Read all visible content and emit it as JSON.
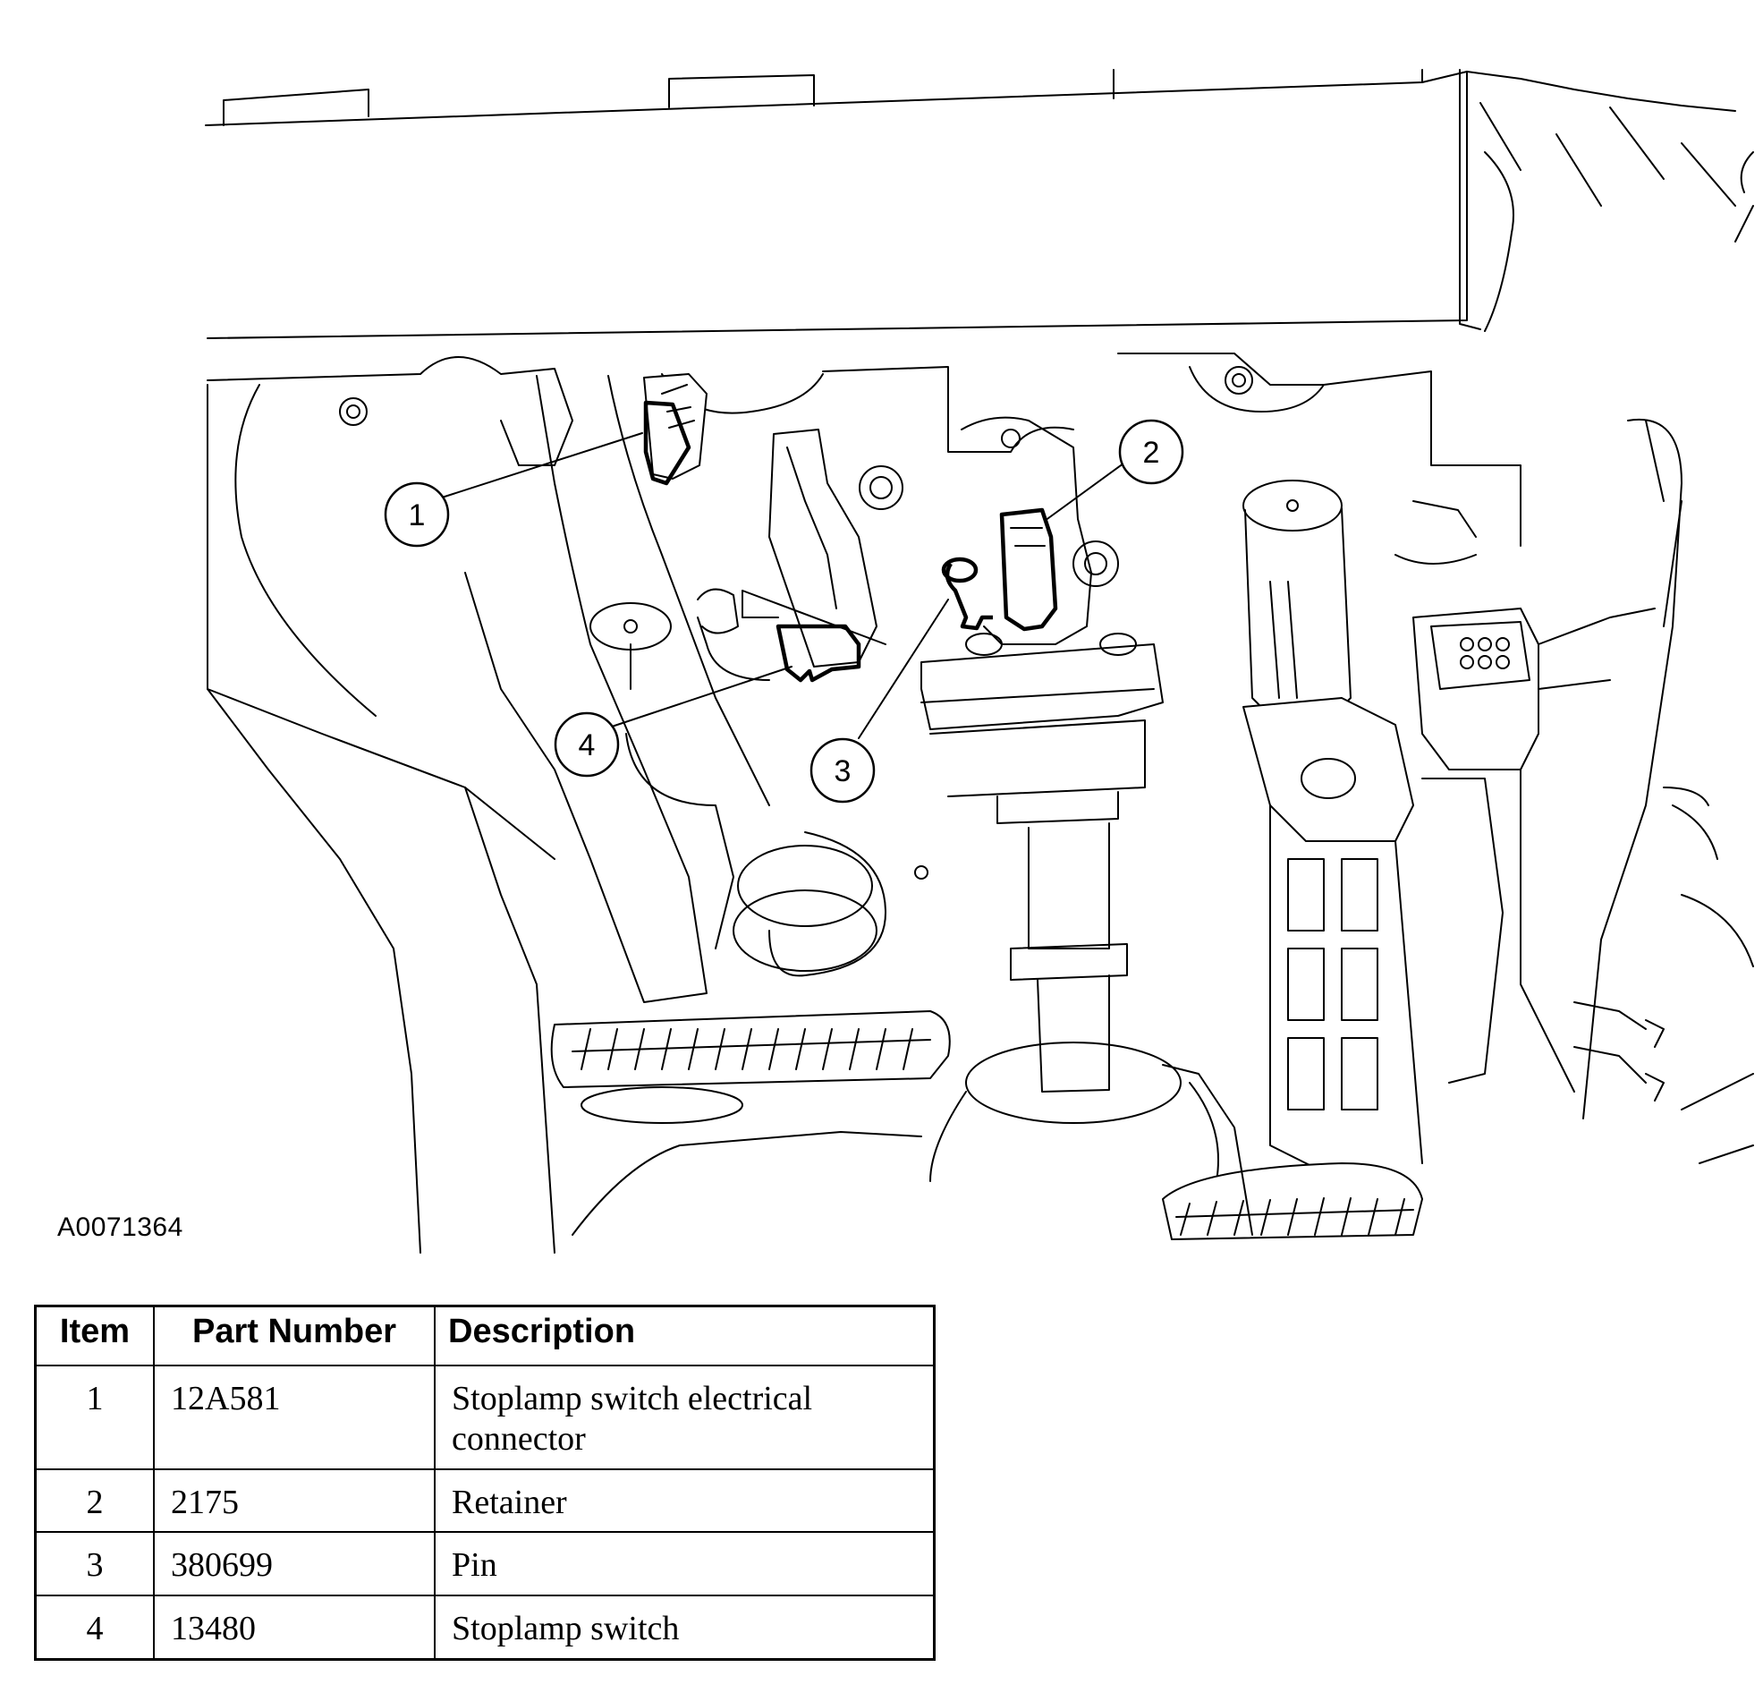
{
  "figure_id": "A0071364",
  "callouts": [
    "1",
    "2",
    "3",
    "4"
  ],
  "table": {
    "headers": {
      "item": "Item",
      "part_number": "Part Number",
      "description": "Description"
    },
    "rows": [
      {
        "item": "1",
        "part_number": "12A581",
        "description": "Stoplamp switch electrical connector"
      },
      {
        "item": "2",
        "part_number": "2175",
        "description": "Retainer"
      },
      {
        "item": "3",
        "part_number": "380699",
        "description": "Pin"
      },
      {
        "item": "4",
        "part_number": "13480",
        "description": "Stoplamp switch"
      }
    ]
  }
}
